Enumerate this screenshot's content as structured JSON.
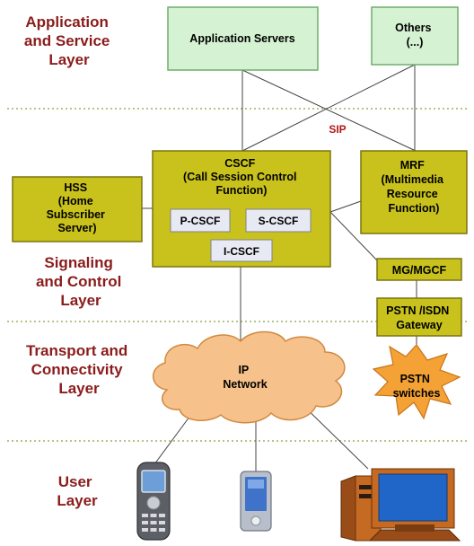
{
  "layers": {
    "application": [
      "Application",
      "and Service",
      "Layer"
    ],
    "signaling": [
      "Signaling",
      "and Control",
      "Layer"
    ],
    "transport": [
      "Transport and",
      "Connectivity",
      "Layer"
    ],
    "user": [
      "User",
      "Layer"
    ]
  },
  "boxes": {
    "application_servers": [
      "Application Servers"
    ],
    "others": [
      "Others",
      "(...)"
    ],
    "cscf": [
      "CSCF",
      "(Call Session Control",
      "Function)"
    ],
    "p_cscf": [
      "P-CSCF"
    ],
    "s_cscf": [
      "S-CSCF"
    ],
    "i_cscf": [
      "I-CSCF"
    ],
    "hss": [
      "HSS",
      "(Home",
      "Subscriber",
      "Server)"
    ],
    "mrf": [
      "MRF",
      "(Multimedia",
      "Resource",
      "Function)"
    ],
    "mg_mgcf": [
      "MG/MGCF"
    ],
    "pstn_gateway": [
      "PSTN /ISDN",
      "Gateway"
    ],
    "ip_network": [
      "IP",
      "Network"
    ],
    "pstn_switches": [
      "PSTN",
      "switches"
    ]
  },
  "protocol_label": "SIP",
  "colors": {
    "layer_text": "#8b1c1c",
    "app_box_fill": "#d5f2d2",
    "app_box_stroke": "#6fae6b",
    "control_box_fill": "#c9c21c",
    "control_box_stroke": "#7b7410",
    "sub_box_fill": "#e7eaf2",
    "cloud_fill": "#f6c18a",
    "star_fill": "#f4a236",
    "separator": "#b5c48a",
    "sip_text": "#b01818"
  },
  "icons": [
    "mobile-phone-icon",
    "pda-icon",
    "desktop-computer-icon"
  ]
}
